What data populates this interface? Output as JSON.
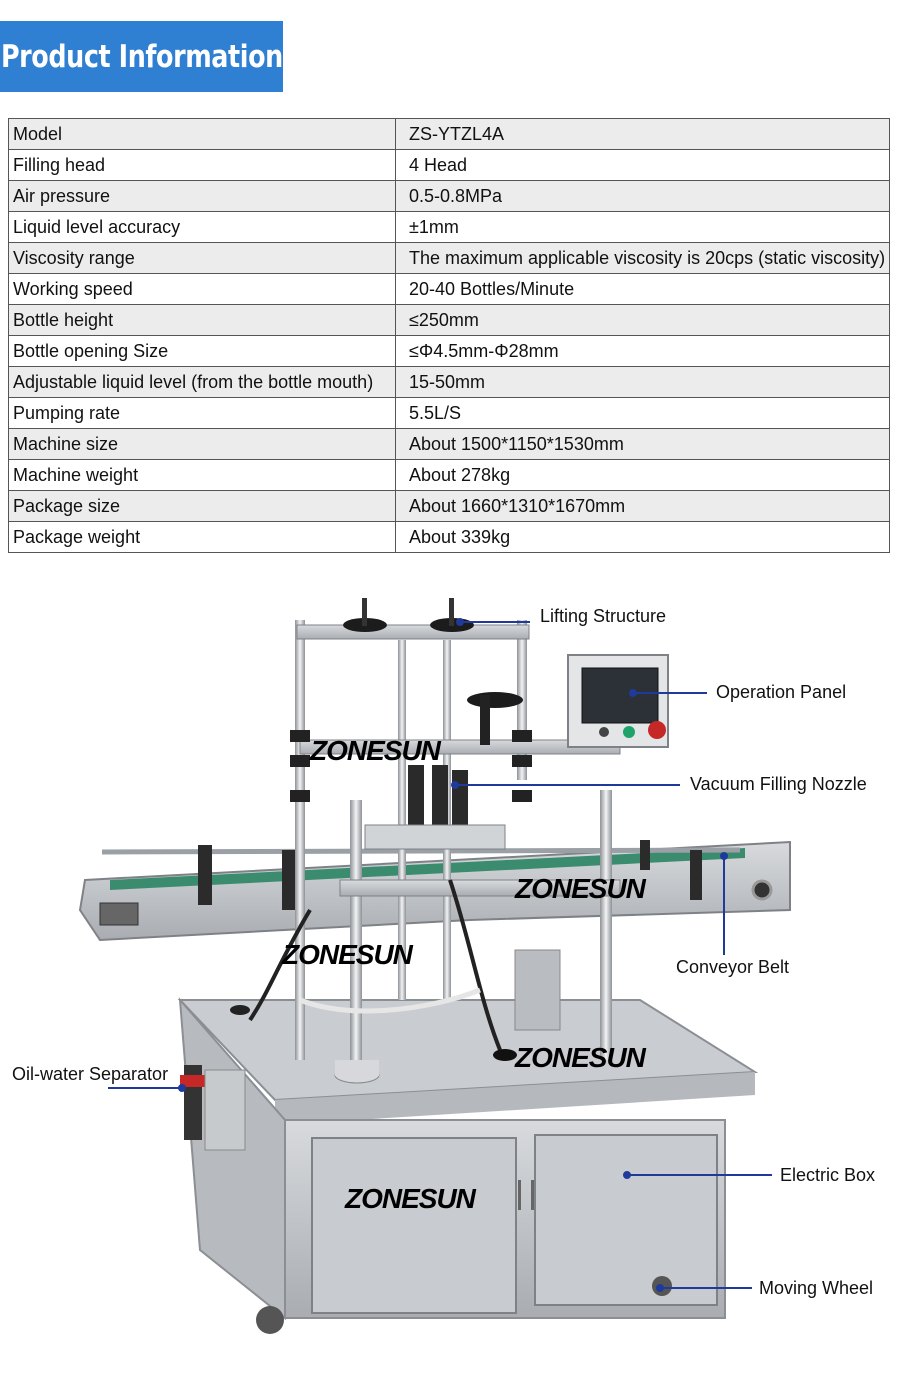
{
  "header": {
    "title": "Product Information"
  },
  "specs": [
    {
      "label": "Model",
      "value": "ZS-YTZL4A"
    },
    {
      "label": "Filling head",
      "value": "4 Head"
    },
    {
      "label": "Air pressure",
      "value": "0.5-0.8MPa"
    },
    {
      "label": "Liquid level accuracy",
      "value": "±1mm"
    },
    {
      "label": "Viscosity range",
      "value": "The maximum applicable viscosity is 20cps (static viscosity)"
    },
    {
      "label": "Working speed",
      "value": "20-40 Bottles/Minute"
    },
    {
      "label": "Bottle height",
      "value": "≤250mm"
    },
    {
      "label": "Bottle opening Size",
      "value": "≤Φ4.5mm-Φ28mm"
    },
    {
      "label": "Adjustable liquid level (from the bottle mouth)",
      "value": "15-50mm"
    },
    {
      "label": "Pumping rate",
      "value": "5.5L/S"
    },
    {
      "label": "Machine size",
      "value": "About 1500*1150*1530mm"
    },
    {
      "label": "Machine weight",
      "value": "About 278kg"
    },
    {
      "label": "Package size",
      "value": "About 1660*1310*1670mm"
    },
    {
      "label": "Package weight",
      "value": "About 339kg"
    }
  ],
  "callouts": {
    "lifting": "Lifting Structure",
    "panel": "Operation Panel",
    "nozzle": "Vacuum Filling Nozzle",
    "conveyor": "Conveyor Belt",
    "separator": "Oil-water Separator",
    "electric": "Electric Box",
    "wheel": "Moving Wheel"
  },
  "watermark": "ZONESUN",
  "colors": {
    "banner": "#2f7fd2",
    "pointer": "#1f3a9a",
    "steel": "#c9ccd0"
  }
}
